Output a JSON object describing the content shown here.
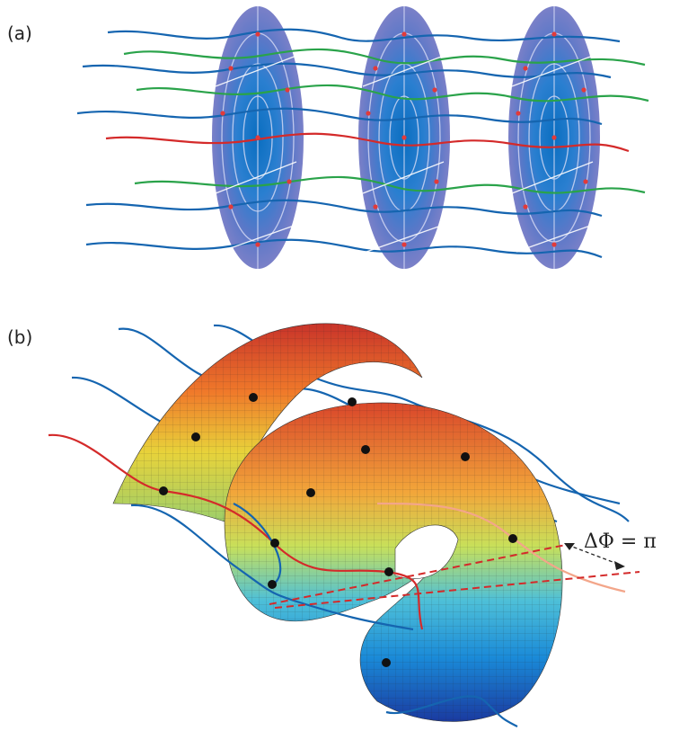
{
  "panel_a": {
    "label": "(a)"
  },
  "panel_b": {
    "label": "(b)",
    "phase_label": "ΔΦ = π"
  },
  "colors": {
    "disk_fill": "#7a80c8",
    "disk_center": "#0a72c4",
    "disk_ring": "#d8dcf5",
    "wave_blue": "#1565b0",
    "wave_green": "#2aa34a",
    "wave_red": "#d42a2a",
    "wave_pale": "#f3a68a",
    "dot": "#111111",
    "marker": "#e23a3a"
  },
  "icons": [
    "phase-front-disk",
    "wavefront-line",
    "helical-surface",
    "phase-dot"
  ]
}
